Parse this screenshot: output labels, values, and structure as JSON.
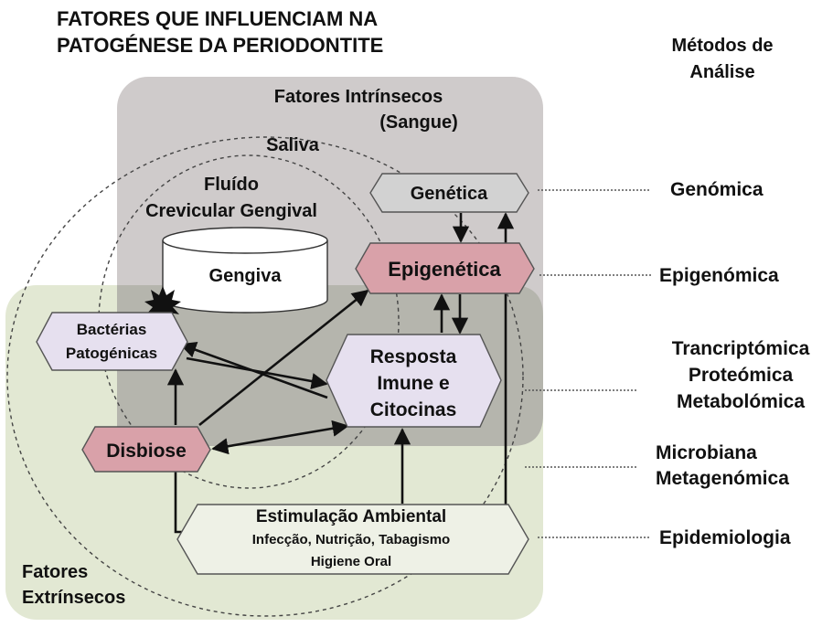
{
  "title": {
    "line1": "FATORES  QUE INFLUENCIAM NA",
    "line2": "PATOGÉNESE DA PERIODONTITE"
  },
  "methods_header": {
    "line1": "Métodos  de",
    "line2": "Análise"
  },
  "regions": {
    "intrinsic": {
      "line1": "Fatores Intrínsecos",
      "line2": "(Sangue)"
    },
    "extrinsic": {
      "line1": "Fatores",
      "line2": "Extrínsecos"
    },
    "saliva": "Saliva",
    "gcf": {
      "line1": "Fluído",
      "line2": "Crevicular Gengival"
    }
  },
  "nodes": {
    "gengiva": "Gengiva",
    "genetica": "Genética",
    "epigenetica": "Epigenética",
    "bacterias": {
      "line1": "Bactérias",
      "line2": "Patogénicas"
    },
    "resposta": {
      "line1": "Resposta",
      "line2": "Imune e",
      "line3": "Citocinas"
    },
    "disbiose": "Disbiose",
    "ambiental": {
      "line1": "Estimulação Ambiental",
      "line2": "Infecção, Nutrição, Tabagismo",
      "line3": "Higiene Oral"
    }
  },
  "methods": {
    "genomica": "Genómica",
    "epigenomica": "Epigenómica",
    "omics": {
      "line1": "Trancriptómica",
      "line2": "Proteómica",
      "line3": "Metabolómica"
    },
    "micro": {
      "line1": "Microbiana",
      "line2": "Metagenómica"
    },
    "epidemiologia": "Epidemiologia"
  },
  "colors": {
    "intrinsic_fill": "#cfcbcb",
    "extrinsic_fill": "#e2e8d3",
    "overlap_fill": "#b5b5ad",
    "node_lavender": "#e6e0ef",
    "node_pink": "#d9a1a9",
    "node_gray": "#d2d2d2",
    "node_light": "#eef1e6"
  },
  "icons": {
    "star": "star-burst-icon"
  }
}
